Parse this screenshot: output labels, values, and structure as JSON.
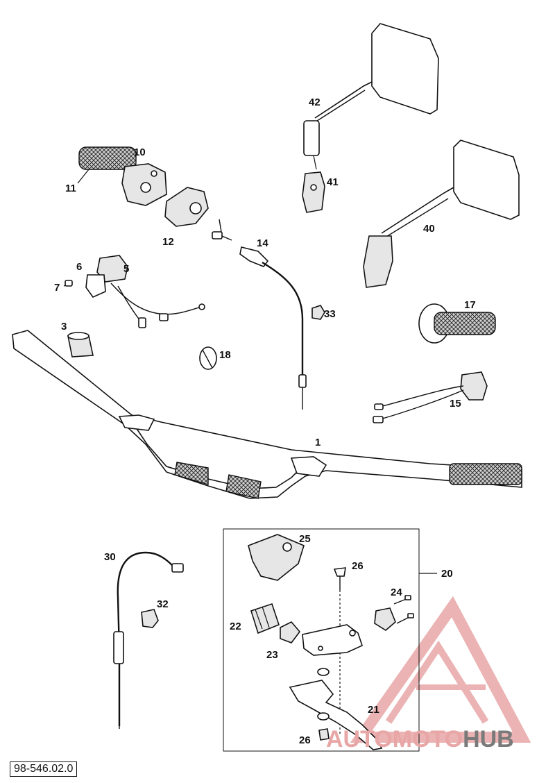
{
  "figure": {
    "doc_number": "98-546.02.0",
    "callouts": {
      "c1": "1",
      "c3": "3",
      "c5": "5",
      "c6": "6",
      "c7": "7",
      "c10": "10",
      "c11": "11",
      "c12": "12",
      "c14": "14",
      "c15": "15",
      "c17": "17",
      "c18": "18",
      "c20": "20",
      "c21": "21",
      "c22": "22",
      "c23": "23",
      "c24": "24",
      "c25": "25",
      "c26a": "26",
      "c26b": "26",
      "c30": "30",
      "c32": "32",
      "c33": "33",
      "c40": "40",
      "c41": "41",
      "c42": "42"
    }
  },
  "watermark": {
    "word_a": "AUTOMOTO",
    "word_b": "HUB",
    "accent_color": "#e8a6a6",
    "dark_color": "#7a7a7a"
  }
}
